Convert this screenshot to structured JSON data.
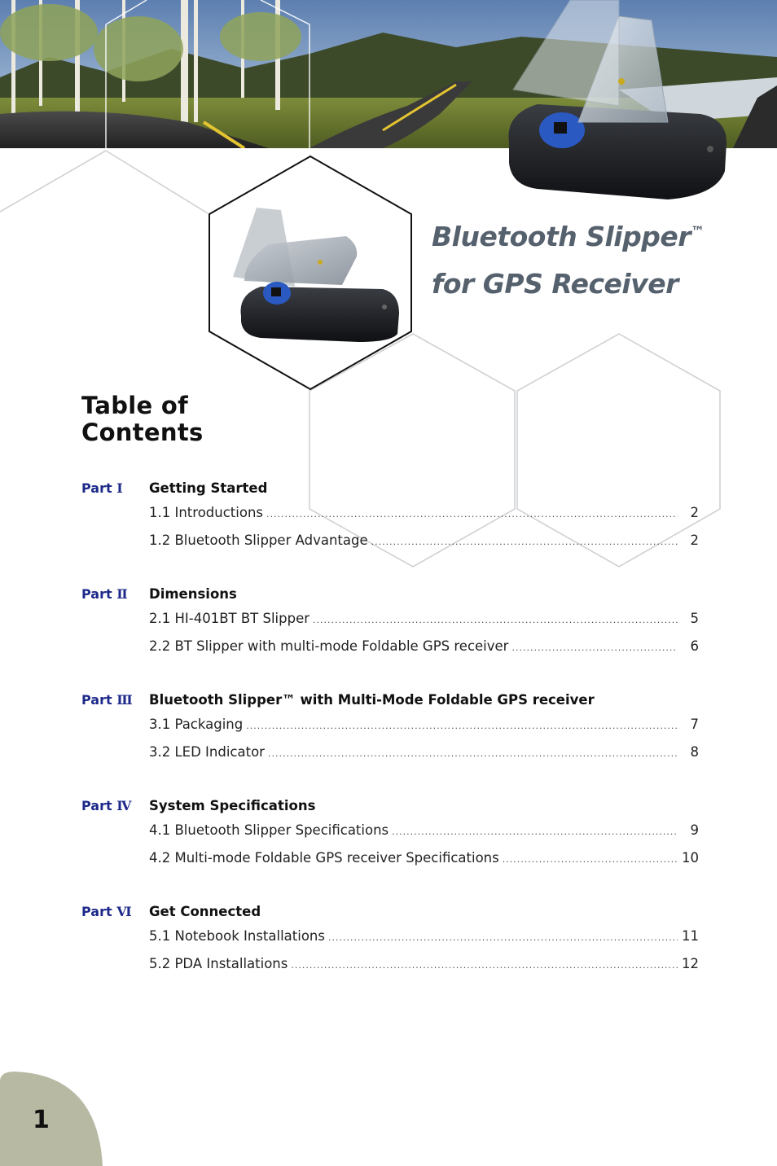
{
  "document": {
    "title_line1": "Bluetooth Slipper",
    "title_tm": "™",
    "title_line2": "for GPS Receiver",
    "toc_heading_line1": "Table of",
    "toc_heading_line2": "Contents",
    "page_number": "1"
  },
  "toc": {
    "parts": [
      {
        "label": "Part ",
        "roman": "Ⅰ",
        "title": "Getting Started",
        "entries": [
          {
            "text": "1.1 Introductions",
            "page": "2"
          },
          {
            "text": "1.2 Bluetooth Slipper Advantage",
            "page": "2"
          }
        ]
      },
      {
        "label": "Part ",
        "roman": "Ⅱ",
        "title": "Dimensions",
        "entries": [
          {
            "text": "2.1 HI-401BT BT Slipper",
            "page": "5"
          },
          {
            "text": "2.2 BT Slipper with multi-mode Foldable GPS receiver",
            "page": "6"
          }
        ]
      },
      {
        "label": "Part ",
        "roman": "Ⅲ",
        "title": "Bluetooth Slipper™ with Multi-Mode Foldable GPS receiver",
        "entries": [
          {
            "text": "3.1 Packaging",
            "page": "7"
          },
          {
            "text": "3.2 LED Indicator",
            "page": "8"
          }
        ]
      },
      {
        "label": "Part ",
        "roman": "Ⅳ",
        "title": "System Specifications",
        "entries": [
          {
            "text": "4.1 Bluetooth Slipper Specifications",
            "page": "9"
          },
          {
            "text": "4.2 Multi-mode Foldable GPS receiver Specifications",
            "page": "10"
          }
        ]
      },
      {
        "label": "Part ",
        "roman": "Ⅵ",
        "title": "Get Connected",
        "entries": [
          {
            "text": "5.1 Notebook Installations",
            "page": "11"
          },
          {
            "text": "5.2 PDA Installations",
            "page": "12"
          }
        ]
      }
    ]
  },
  "colors": {
    "part_label": "#1e2a8a",
    "title_gray": "#56616e",
    "corner_tab": "#b7b9a2"
  }
}
